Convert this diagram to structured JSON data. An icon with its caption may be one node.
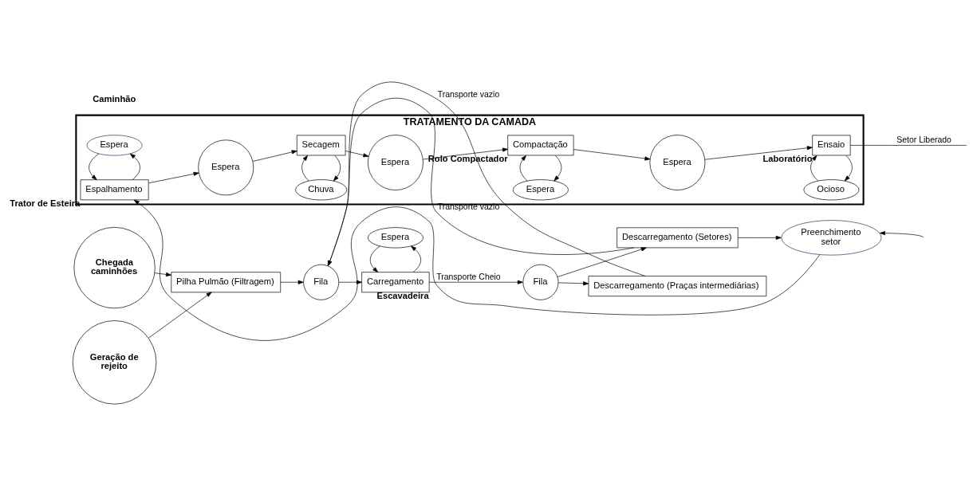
{
  "diagram": {
    "nodes": [
      {
        "text": [
          "Geração de rejeito"
        ]
      },
      {
        "text": [
          "Chegada caminhões"
        ]
      },
      {
        "text": [
          "Pilha Pulmão (Filtragem)"
        ]
      },
      {
        "text": [
          "Fila"
        ]
      },
      {
        "text": [
          "Espera"
        ]
      },
      {
        "text": [
          "Carregamento"
        ],
        "beside": [
          "Escavadeira"
        ]
      },
      {
        "text": [
          "Fila"
        ]
      },
      {
        "text": [
          "Descarregamento (Praças intermediárias)"
        ]
      },
      {
        "text": [
          "Descarregamento (Setores)"
        ]
      },
      {
        "text": [
          "Preenchimento setor"
        ]
      },
      {
        "text": [
          "TRATAMENTO DA CAMADA"
        ]
      },
      {
        "text": [
          "Espera"
        ],
        "in": 10
      },
      {
        "text": [
          "Espalhamento"
        ],
        "in": 10,
        "beside": [
          "Trator de Esteira"
        ]
      },
      {
        "text": [
          "Espera"
        ],
        "in": 10
      },
      {
        "text": [
          "Chuva"
        ],
        "in": 10
      },
      {
        "text": [
          "Secagem"
        ],
        "in": 10
      },
      {
        "text": [
          "Espera"
        ],
        "in": 10
      },
      {
        "text": [
          "Espera"
        ],
        "in": 10
      },
      {
        "text": [
          "Compactação"
        ],
        "in": 10,
        "beside": [
          "Rolo Compactador"
        ]
      },
      {
        "text": [
          "Espera"
        ],
        "in": 10
      },
      {
        "text": [
          "Ocioso"
        ],
        "in": 10
      },
      {
        "text": [
          "Ensaio"
        ],
        "in": 10,
        "beside": [
          "Laboratório"
        ]
      }
    ],
    "edges": [
      {
        "from": 0,
        "to": 2,
        "arrow": "to"
      },
      {
        "from": 1,
        "to": 2,
        "arrow": "to"
      },
      {
        "from": 2,
        "to": 3,
        "arrow": "to"
      },
      {
        "from": 3,
        "to": 5,
        "arrow": "to"
      },
      {
        "from": 5,
        "to": 4,
        "arrow": "to"
      },
      {
        "from": 4,
        "to": 5,
        "arrow": "to"
      },
      {
        "from": 5,
        "to": 6,
        "arrow": "to",
        "label": "Transporte Cheio"
      },
      {
        "from": 6,
        "to": 7,
        "arrow": "to"
      },
      {
        "from": 6,
        "to": 8,
        "arrow": "to"
      },
      {
        "from": 7,
        "to": 3,
        "arrow": "to",
        "label": "Transporte vazio"
      },
      {
        "from": 8,
        "to": 3,
        "arrow": "to",
        "label": "Transporte vazio"
      },
      {
        "from": 8,
        "to": 9,
        "arrow": "to"
      },
      {
        "from": null,
        "to": 9,
        "arrow": "to"
      },
      {
        "from": 9,
        "to": 12,
        "arrow": "to"
      },
      {
        "from": 12,
        "to": 11,
        "arrow": "to"
      },
      {
        "from": 11,
        "to": 12,
        "arrow": "to"
      },
      {
        "from": 12,
        "to": 13,
        "arrow": "to"
      },
      {
        "from": 13,
        "to": 15,
        "arrow": "to"
      },
      {
        "from": 15,
        "to": 14,
        "arrow": "to"
      },
      {
        "from": 14,
        "to": 15,
        "arrow": "to"
      },
      {
        "from": 15,
        "to": 16,
        "arrow": "to"
      },
      {
        "from": 16,
        "to": 18,
        "arrow": "to"
      },
      {
        "from": 18,
        "to": 17,
        "arrow": "to"
      },
      {
        "from": 17,
        "to": 18,
        "arrow": "to"
      },
      {
        "from": 18,
        "to": 19,
        "arrow": "to"
      },
      {
        "from": 19,
        "to": 21,
        "arrow": "to"
      },
      {
        "from": 21,
        "to": 20,
        "arrow": "to"
      },
      {
        "from": 20,
        "to": 21,
        "arrow": "to"
      },
      {
        "from": 21,
        "to": null,
        "arrow": "none",
        "label": "Setor Liberado"
      }
    ],
    "labels": [
      "Caminhão"
    ]
  }
}
